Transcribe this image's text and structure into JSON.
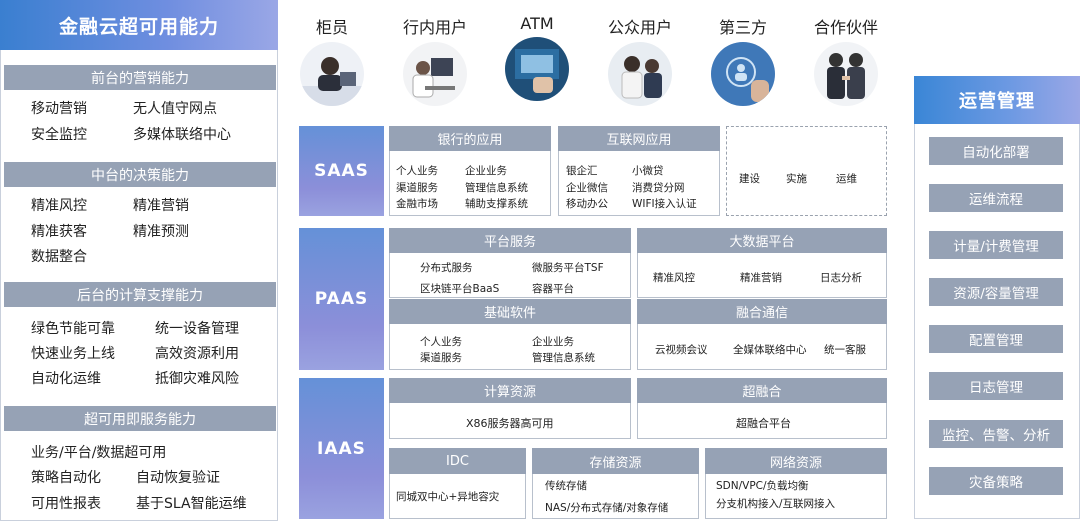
{
  "left": {
    "title": "金融云超可用能力",
    "sections": [
      {
        "header": "前台的营销能力",
        "items": [
          "移动营销",
          "无人值守网点",
          "安全监控",
          "多媒体联络中心"
        ]
      },
      {
        "header": "中台的决策能力",
        "items": [
          "精准风控",
          "精准营销",
          "精准获客",
          "精准预测",
          "数据整合"
        ]
      },
      {
        "header": "后台的计算支撑能力",
        "items": [
          "绿色节能可靠",
          "统一设备管理",
          "快速业务上线",
          "高效资源利用",
          "自动化运维",
          "抵御灾难风险"
        ]
      },
      {
        "header": "超可用即服务能力",
        "items": [
          "业务/平台/数据超可用",
          "策略自动化",
          "自动恢复验证",
          "可用性报表",
          "基于SLA智能运维"
        ]
      }
    ]
  },
  "roles": [
    "柜员",
    "行内用户",
    "ATM",
    "公众用户",
    "第三方",
    "合作伙伴"
  ],
  "layers": {
    "saas": "SAAS",
    "paas": "PAAS",
    "iaas": "IAAS"
  },
  "saas": {
    "bank_apps": {
      "title": "银行的应用",
      "items": [
        "个人业务",
        "企业业务",
        "渠道服务",
        "管理信息系统",
        "金融市场",
        "辅助支撑系统"
      ]
    },
    "internet_apps": {
      "title": "互联网应用",
      "items": [
        "银企汇",
        "小微贷",
        "企业微信",
        "消费贷分网",
        "移动办公",
        "WIFI接入认证"
      ]
    },
    "other": [
      "建设",
      "实施",
      "运维"
    ]
  },
  "paas": {
    "platform_services": {
      "title": "平台服务",
      "items": [
        "分布式服务",
        "微服务平台TSF",
        "区块链平台BaaS",
        "容器平台"
      ]
    },
    "big_data": {
      "title": "大数据平台",
      "items": [
        "精准风控",
        "精准营销",
        "日志分析"
      ]
    },
    "base_software": {
      "title": "基础软件",
      "items": [
        "个人业务",
        "企业业务",
        "渠道服务",
        "管理信息系统"
      ]
    },
    "converged_comm": {
      "title": "融合通信",
      "items": [
        "云视频会议",
        "全媒体联络中心",
        "统一客服"
      ]
    }
  },
  "iaas": {
    "compute": {
      "title": "计算资源",
      "items": [
        "X86服务器高可用"
      ]
    },
    "hci": {
      "title": "超融合",
      "items": [
        "超融合平台"
      ]
    },
    "idc": {
      "title": "IDC",
      "items": [
        "同城双中心+异地容灾"
      ]
    },
    "storage": {
      "title": "存储资源",
      "items": [
        "传统存储",
        "NAS/分布式存储/对象存储"
      ]
    },
    "network": {
      "title": "网络资源",
      "items": [
        "SDN/VPC/负载均衡",
        "分支机构接入/互联网接入"
      ]
    }
  },
  "ops": {
    "title": "运营管理",
    "items": [
      "自动化部署",
      "运维流程",
      "计量/计费管理",
      "资源/容量管理",
      "配置管理",
      "日志管理",
      "监控、告警、分析",
      "灾备策略"
    ]
  },
  "colors": {
    "header_gray": "#96a2b5",
    "accent_blue": "#3a7fd0",
    "accent_purple": "#9aa7e6"
  }
}
